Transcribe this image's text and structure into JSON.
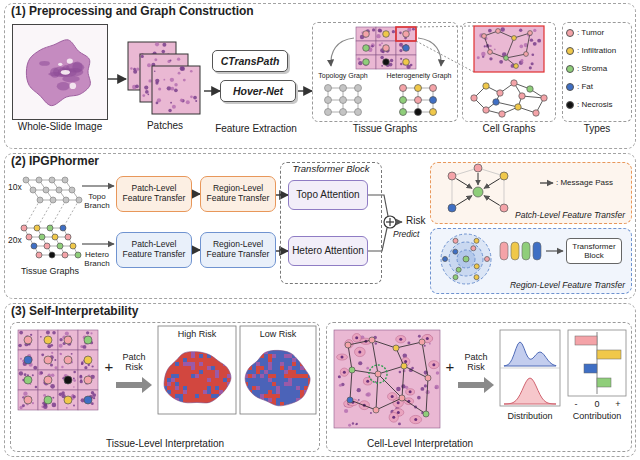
{
  "diagram": {
    "nodes": [
      {
        "text": [
          "(1) Preprocessing and Graph Construction"
        ]
      },
      {
        "text": [
          "Whole-Slide Image"
        ],
        "in": 0
      },
      {
        "text": [
          "Patches"
        ],
        "in": 0
      },
      {
        "text": [
          "CTransPath"
        ],
        "in": 0
      },
      {
        "text": [
          "Hover-Net"
        ],
        "in": 0
      },
      {
        "text": [
          "Tissue Graphs"
        ],
        "in": 0
      },
      {
        "text": [
          "Cell Graphs"
        ],
        "in": 0
      },
      {
        "text": [
          "Types"
        ],
        "in": 0
      },
      {
        "text": [
          "(2) IPGPhormer"
        ]
      },
      {
        "text": [
          "Patch-Level Feature Transfer"
        ],
        "in": 8
      },
      {
        "text": [
          "Region-Level Feature Transfer"
        ],
        "in": 8
      },
      {
        "text": [
          "Patch-Level Feature Transfer"
        ],
        "in": 8
      },
      {
        "text": [
          "Region-Level Feature Transfer"
        ],
        "in": 8
      },
      {
        "text": [
          "Transformer Block"
        ],
        "in": 8
      },
      {
        "text": [
          "Topo Attention"
        ],
        "in": 13
      },
      {
        "text": [
          "Hetero Attention"
        ],
        "in": 13
      },
      {
        "text": [
          "Patch-Level Feature Transfer"
        ],
        "in": 8
      },
      {
        "text": [
          "Region-Level Feature Transfer"
        ],
        "in": 8
      },
      {
        "text": [
          "Transformer Block"
        ],
        "in": 17
      },
      {
        "text": [
          "(3) Self-Interpretability"
        ]
      },
      {
        "text": [
          "Tissue-Level Interpretation"
        ],
        "in": 19
      },
      {
        "text": [
          "Cell-Level Interpretation"
        ],
        "in": 19
      }
    ],
    "edges": [
      {
        "from": 1,
        "to": 2,
        "arrow": "to"
      },
      {
        "from": 2,
        "to": 4,
        "arrow": "to"
      },
      {
        "from": 4,
        "to": 5,
        "arrow": "to"
      },
      {
        "from": 9,
        "to": 10,
        "arrow": "to"
      },
      {
        "from": 11,
        "to": 12,
        "arrow": "to"
      },
      {
        "from": 10,
        "to": 14,
        "arrow": "to"
      },
      {
        "from": 12,
        "to": 15,
        "arrow": "to"
      }
    ],
    "labels": [
      "Feature Extraction",
      "Topology Graph",
      "Heterogeneity Graph",
      "10x",
      "20x",
      "Topo Branch",
      "Hetero Branch",
      "Tissue Graphs",
      "Predict",
      "Risk",
      "+",
      "Patch Risk",
      "High Risk",
      "Low Risk",
      "+",
      "Patch Risk",
      "Distribution",
      "Contribution",
      "-",
      "0",
      "+"
    ],
    "legend": [
      {
        "text": ": Tumor",
        "color": "#f4a3a8"
      },
      {
        "text": ": Infiltration",
        "color": "#f0c84a"
      },
      {
        "text": ": Stroma",
        "color": "#8fce7a"
      },
      {
        "text": ": Fat",
        "color": "#3f6fc4"
      },
      {
        "text": ": Necrosis",
        "color": "#111111"
      },
      {
        "text": ": Message Pass"
      }
    ]
  }
}
